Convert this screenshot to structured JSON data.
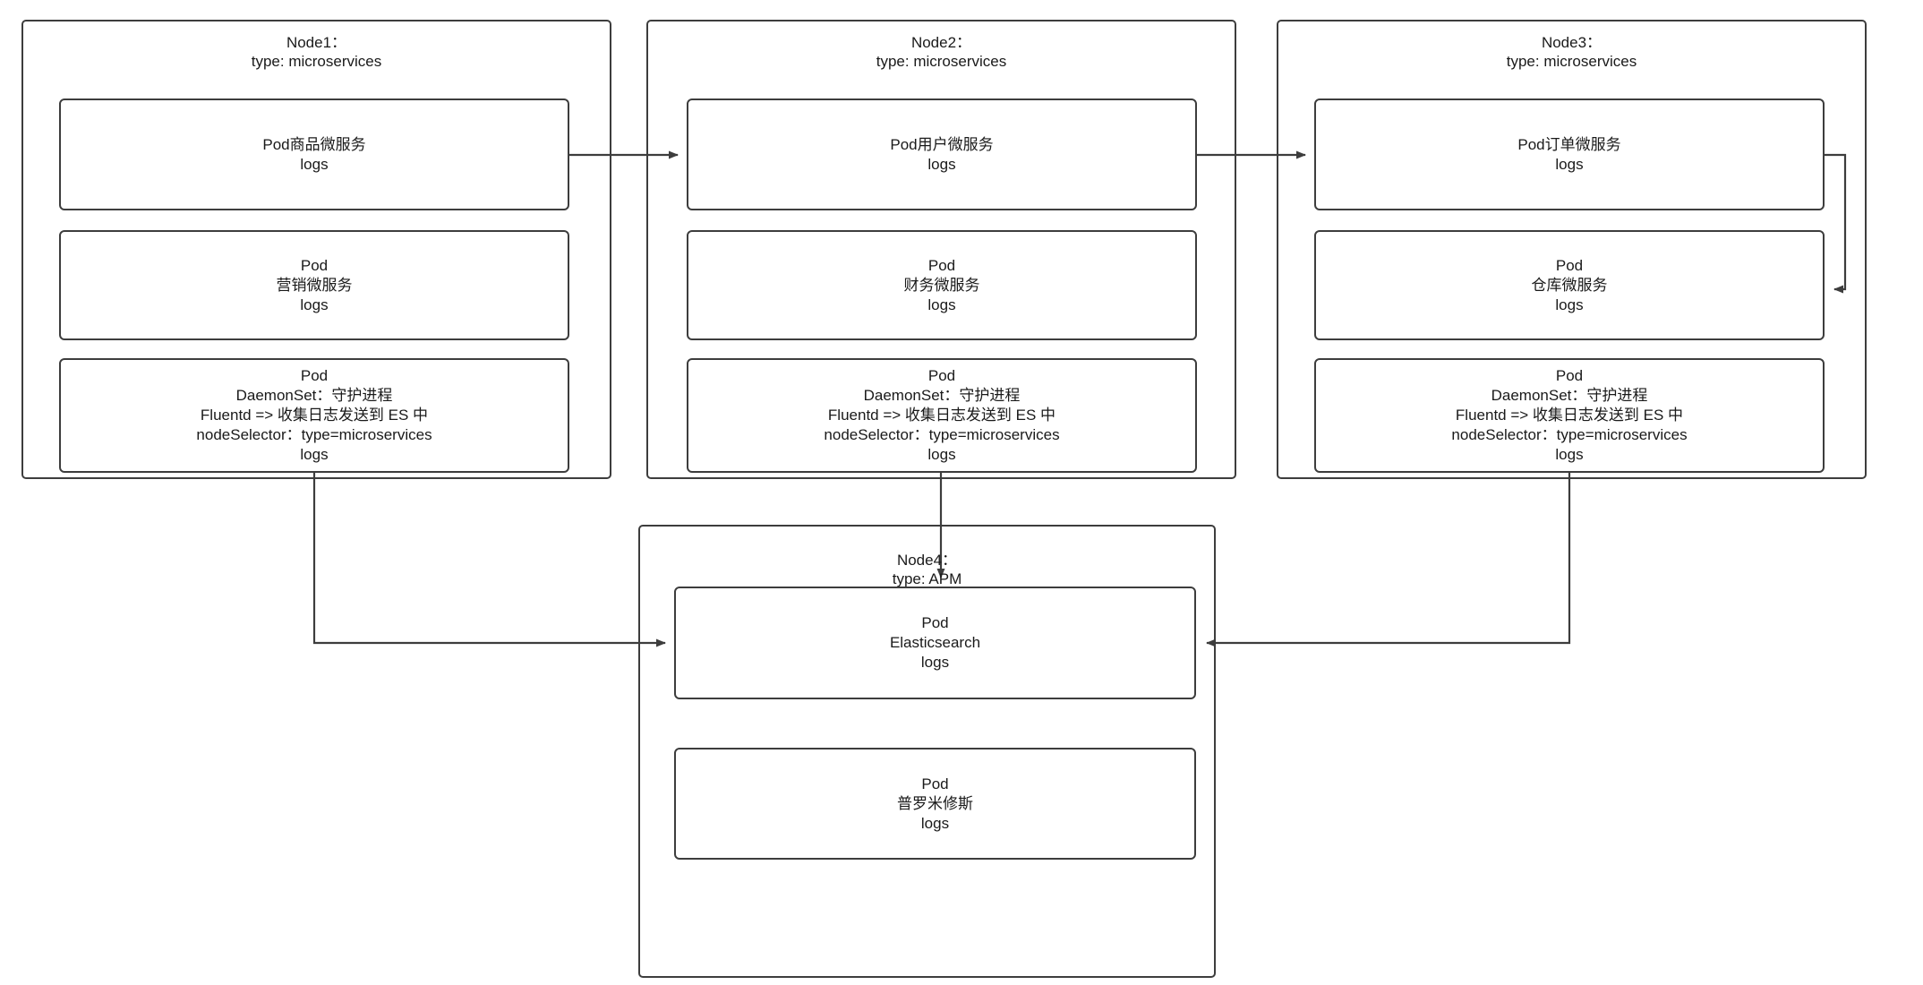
{
  "diagram": {
    "title": "Kubernetes EFK logging architecture",
    "stroke_color": "#3d3d3d",
    "text_color": "#1a1a1a",
    "background": "#ffffff"
  },
  "nodes": [
    {
      "id": "node1",
      "title": "Node1：\ntype: microservices",
      "pods": [
        {
          "id": "node1-pod1",
          "label": "Pod商品微服务\nlogs"
        },
        {
          "id": "node1-pod2",
          "label": "Pod\n营销微服务\nlogs"
        },
        {
          "id": "node1-pod3",
          "label": "Pod\nDaemonSet：守护进程\nFluentd => 收集日志发送到 ES 中\nnodeSelector：type=microservices\nlogs"
        }
      ]
    },
    {
      "id": "node2",
      "title": "Node2：\ntype: microservices",
      "pods": [
        {
          "id": "node2-pod1",
          "label": "Pod用户微服务\nlogs"
        },
        {
          "id": "node2-pod2",
          "label": "Pod\n财务微服务\nlogs"
        },
        {
          "id": "node2-pod3",
          "label": "Pod\nDaemonSet：守护进程\nFluentd => 收集日志发送到 ES 中\nnodeSelector：type=microservices\nlogs"
        }
      ]
    },
    {
      "id": "node3",
      "title": "Node3：\ntype: microservices",
      "pods": [
        {
          "id": "node3-pod1",
          "label": "Pod订单微服务\nlogs"
        },
        {
          "id": "node3-pod2",
          "label": "Pod\n仓库微服务\nlogs"
        },
        {
          "id": "node3-pod3",
          "label": "Pod\nDaemonSet：守护进程\nFluentd => 收集日志发送到 ES 中\nnodeSelector：type=microservices\nlogs"
        }
      ]
    },
    {
      "id": "node4",
      "title": "Node4：\ntype: APM",
      "pods": [
        {
          "id": "node4-pod1",
          "label": "Pod\nElasticsearch\nlogs"
        },
        {
          "id": "node4-pod2",
          "label": "Pod\n普罗米修斯\nlogs"
        }
      ]
    }
  ],
  "edges": [
    {
      "id": "edge-node1-to-node2",
      "from": "node1-pod1",
      "to": "node2-pod1",
      "style": "straight-arrow"
    },
    {
      "id": "edge-node2-to-node3",
      "from": "node2-pod1",
      "to": "node3-pod1",
      "style": "straight-arrow"
    },
    {
      "id": "edge-node3-loop",
      "from": "node3-pod1",
      "to": "node3-pod2",
      "style": "right-loop-arrow"
    },
    {
      "id": "edge-node1-to-es",
      "from": "node1-pod3",
      "to": "node4-pod1",
      "style": "elbow-arrow"
    },
    {
      "id": "edge-node2-to-es",
      "from": "node2-pod3",
      "to": "node4-pod1",
      "style": "vertical-arrow"
    },
    {
      "id": "edge-node3-to-es",
      "from": "node3-pod3",
      "to": "node4-pod1",
      "style": "elbow-arrow"
    }
  ]
}
